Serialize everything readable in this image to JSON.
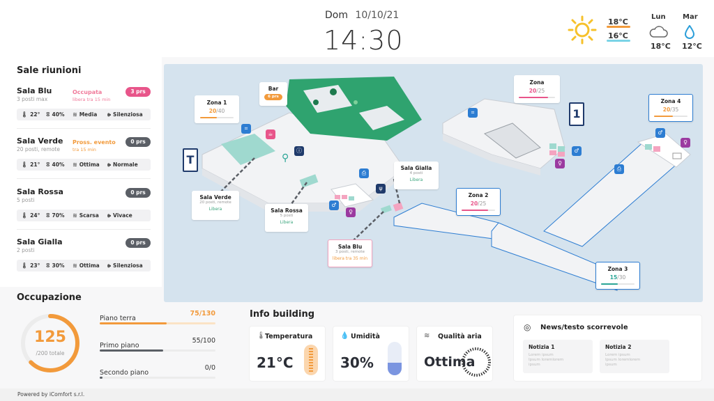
{
  "header": {
    "day": "Dom",
    "date": "10/10/21",
    "time": "14:30",
    "today_max": "18°C",
    "today_min": "16°C",
    "forecast": [
      {
        "day": "Lun",
        "temp": "18°C",
        "icon": "cloud-icon"
      },
      {
        "day": "Mar",
        "temp": "12°C",
        "icon": "rain-drop-icon"
      }
    ],
    "today_icon": "sun-icon"
  },
  "sidebar": {
    "title": "Sale riunioni",
    "rooms": [
      {
        "name": "Sala Blu",
        "sub": "3 posti max",
        "status": "Occupata",
        "status_sub": "libera tra 15 min",
        "status_color": "#f07a9a",
        "pill": "3 prs",
        "pill_color": "#e8558a",
        "temp": "22°",
        "hum": "40%",
        "air": "Media",
        "noise": "Silenziosa"
      },
      {
        "name": "Sala Verde",
        "sub": "20 posti, remote",
        "status": "Pross. evento",
        "status_sub": "tra 15 min",
        "status_color": "#f29a3b",
        "pill": "0 prs",
        "pill_color": "#5b5f66",
        "temp": "21°",
        "hum": "40%",
        "air": "Ottima",
        "noise": "Normale"
      },
      {
        "name": "Sala Rossa",
        "sub": "5 posti",
        "status": "",
        "status_sub": "",
        "status_color": "#333",
        "pill": "0 prs",
        "pill_color": "#5b5f66",
        "temp": "24°",
        "hum": "70%",
        "air": "Scarsa",
        "noise": "Vivace"
      },
      {
        "name": "Sala Gialla",
        "sub": "2 posti",
        "status": "",
        "status_sub": "",
        "status_color": "#333",
        "pill": "0 prs",
        "pill_color": "#5b5f66",
        "temp": "23°",
        "hum": "30%",
        "air": "Ottima",
        "noise": "Silenziosa"
      }
    ]
  },
  "map": {
    "floor_t": "T",
    "floor_1": "1",
    "zones": [
      {
        "title": "Zona 1",
        "value": "20",
        "total": "/40",
        "fill": 0.5,
        "color": "#f29a3b"
      },
      {
        "title": "Bar",
        "value": "6 prs",
        "total": "",
        "fill": 0,
        "color": "#f29a3b"
      },
      {
        "title": "Zona",
        "value": "20",
        "total": "/25",
        "fill": 0.8,
        "color": "#e8558a"
      },
      {
        "title": "Zona 4",
        "value": "20",
        "total": "/35",
        "fill": 0.57,
        "color": "#f29a3b"
      },
      {
        "title": "Zona 2",
        "value": "20",
        "total": "/25",
        "fill": 0.8,
        "color": "#e8558a"
      },
      {
        "title": "Zona 3",
        "value": "15",
        "total": "/30",
        "fill": 0.5,
        "color": "#2aa596"
      }
    ],
    "rooms": [
      {
        "title": "Sala Verde",
        "sub": "20 posti, remote",
        "status": "Libera"
      },
      {
        "title": "Sala Rossa",
        "sub": "5 posti",
        "status": "Libera"
      },
      {
        "title": "Sala Gialla",
        "sub": "4 posti",
        "status": "Libera"
      },
      {
        "title": "Sala Blu",
        "sub": "3 posti, remote",
        "status": "libera tra 35 min"
      }
    ]
  },
  "occupancy": {
    "title": "Occupazione",
    "total": "125",
    "total_sub": "/200 totale",
    "ratio": 0.625,
    "floors": [
      {
        "label": "Piano terra",
        "value": "75/130",
        "fill": 0.577,
        "color": "#f29a3b"
      },
      {
        "label": "Primo piano",
        "value": "55/100",
        "fill": 0.55,
        "color": "#5b5f66"
      },
      {
        "label": "Secondo piano",
        "value": "0/0",
        "fill": 0,
        "color": "#5b5f66"
      }
    ]
  },
  "info": {
    "title": "Info building",
    "temp_label": "Temperatura",
    "temp_value": "21°C",
    "hum_label": "Umidità",
    "hum_value": "30%",
    "air_label": "Qualità aria",
    "air_value": "Ottima"
  },
  "news": {
    "title": "News/testo scorrevole",
    "items": [
      {
        "title": "Notizia 1",
        "body": "Lorem ipsum\nIpsum loremlorem\nipsum"
      },
      {
        "title": "Notizia 2",
        "body": "Lorem ipsum\nIpsum loremlorem\nipsum"
      }
    ]
  },
  "footer": "Powered by iComfort s.r.l.",
  "colors": {
    "orange": "#f29a3b",
    "pink": "#e8558a",
    "teal": "#2aa596",
    "navy": "#1f3a6b",
    "blue": "#2d7dd2",
    "purple": "#9b3aa0"
  }
}
